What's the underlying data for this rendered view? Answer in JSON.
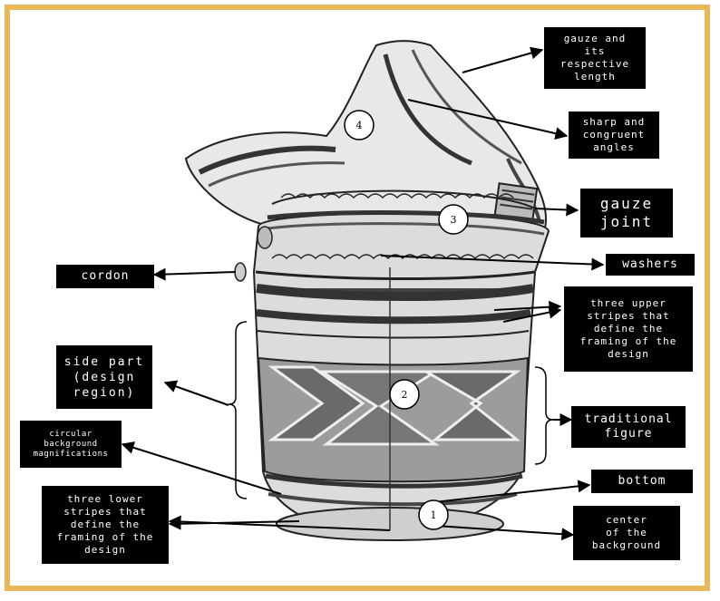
{
  "labels": {
    "gauze_length": "gauze and\nits\nrespective\nlength",
    "sharp_angles": "sharp and\ncongruent\nangles",
    "gauze_joint": "gauze\njoint",
    "washers": "washers",
    "cordon": "cordon",
    "upper_stripes": "three upper\nstripes that\ndefine the\nframing of the\ndesign",
    "side_part": "side part\n(design\nregion)",
    "traditional_figure": "traditional\nfigure",
    "circular_magnifications": "circular\nbackground\nmagnifications",
    "bottom": "bottom",
    "lower_stripes": "three lower\nstripes that\ndefine the\nframing of the\ndesign",
    "center_background": "center\nof the\nbackground"
  },
  "markers": [
    "1",
    "2",
    "3",
    "4"
  ],
  "colors": {
    "frame": "#e9b85a",
    "label_bg": "#000000",
    "label_text": "#ffffff"
  }
}
